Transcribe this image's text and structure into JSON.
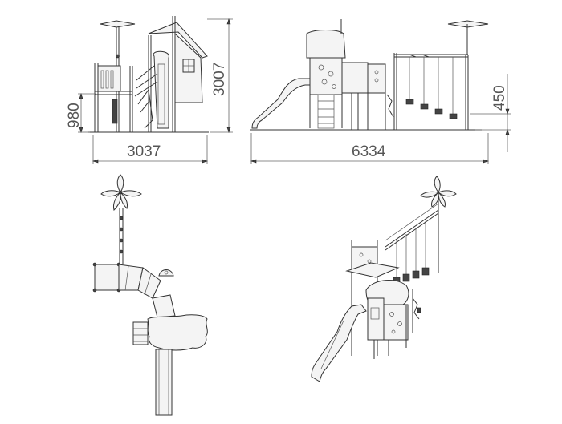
{
  "dimensions": {
    "front_width": "3037",
    "front_height": "3007",
    "platform_height": "980",
    "side_width": "6334",
    "side_height": "450"
  }
}
